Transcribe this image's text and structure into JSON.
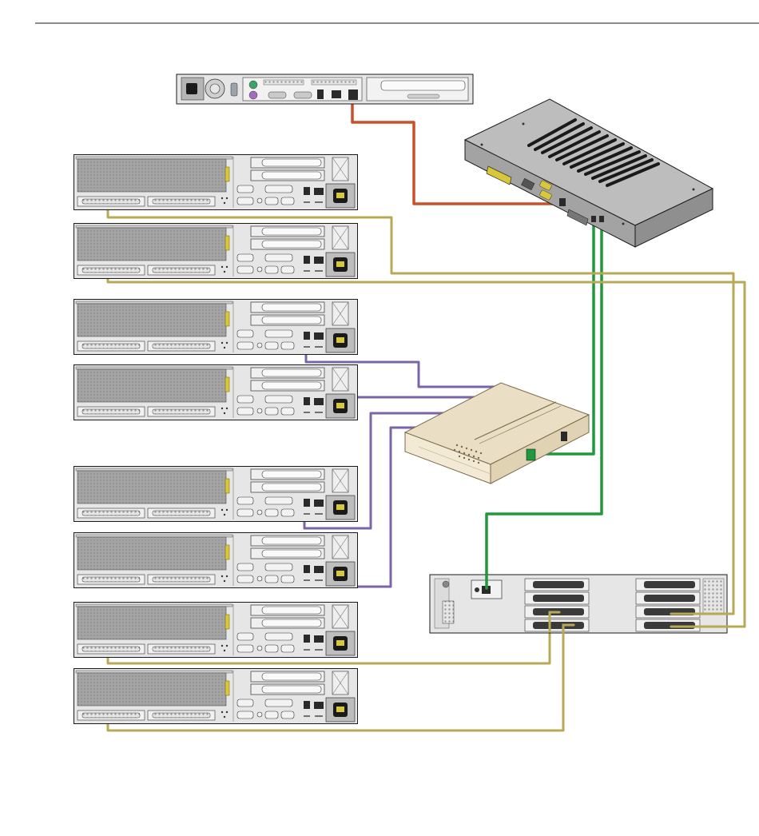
{
  "colors": {
    "background": "#ffffff",
    "rule": "#1a1a1a",
    "chassis_fill": "#e6e6e6",
    "chassis_stroke": "#1a1a1a",
    "vent_panel": "#a8a8a8",
    "power_supply": "#b5b5b5",
    "yellow_accent": "#d9c73a",
    "drive_box_top": "#bdbdbd",
    "drive_box_side": "#8f8f8f",
    "drive_box_front": "#a3a3a3",
    "hub_top": "#eadfc5",
    "hub_front": "#f3ead6",
    "hub_stroke": "#7a6b4a",
    "cable_orange": "#c9502b",
    "cable_green": "#1e9a3c",
    "cable_purple": "#7b64a8",
    "cable_olive": "#b8a956"
  },
  "icons": {
    "top_server": "1u-server-rear-icon",
    "node_server": "2u-server-rear-icon",
    "drive_box": "storage-enclosure-icon",
    "hub": "network-switch-icon",
    "scsi_switch": "scsi-switch-icon"
  },
  "devices": {
    "nodes_group_1_count": 2,
    "nodes_group_2_count": 2,
    "nodes_group_3_count": 4
  },
  "cables": [
    {
      "id": "orange-link",
      "color_key": "cable_orange",
      "from": "top-server",
      "to": "drive-box"
    },
    {
      "id": "green-link-hub",
      "color_key": "cable_green",
      "from": "drive-box",
      "to": "hub"
    },
    {
      "id": "green-link-switch",
      "color_key": "cable_green",
      "from": "drive-box",
      "to": "scsi-switch"
    },
    {
      "id": "purple-link-1",
      "color_key": "cable_purple",
      "from": "node-3",
      "to": "hub"
    },
    {
      "id": "purple-link-2",
      "color_key": "cable_purple",
      "from": "node-4",
      "to": "hub"
    },
    {
      "id": "purple-link-3",
      "color_key": "cable_purple",
      "from": "node-5",
      "to": "hub"
    },
    {
      "id": "purple-link-4",
      "color_key": "cable_purple",
      "from": "node-6",
      "to": "hub"
    },
    {
      "id": "olive-link-1",
      "color_key": "cable_olive",
      "from": "node-1",
      "to": "scsi-switch"
    },
    {
      "id": "olive-link-2",
      "color_key": "cable_olive",
      "from": "node-2",
      "to": "scsi-switch"
    },
    {
      "id": "olive-link-3",
      "color_key": "cable_olive",
      "from": "node-7",
      "to": "scsi-switch"
    },
    {
      "id": "olive-link-4",
      "color_key": "cable_olive",
      "from": "node-8",
      "to": "scsi-switch"
    }
  ]
}
